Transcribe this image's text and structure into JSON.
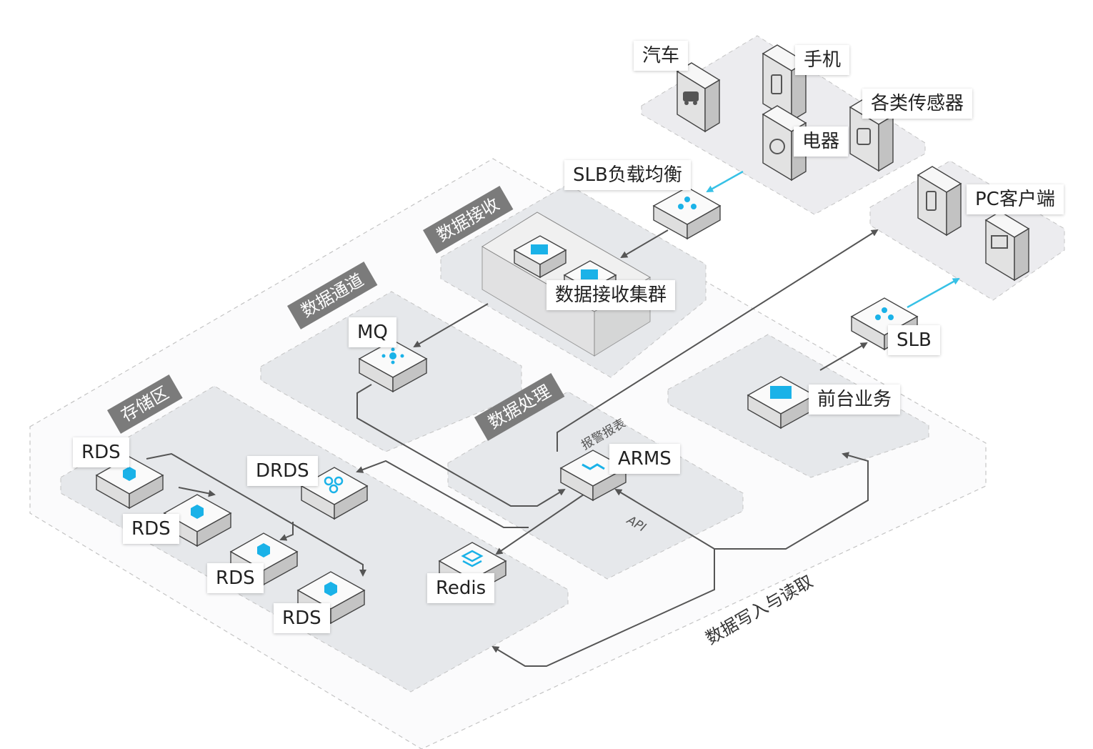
{
  "zones": {
    "receive": "数据接收",
    "channel": "数据通道",
    "storage": "存储区",
    "processing": "数据处理"
  },
  "nodes": {
    "car": "汽车",
    "phone": "手机",
    "sensors": "各类传感器",
    "appliance": "电器",
    "slb_lb": "SLB负载均衡",
    "pc_client": "PC客户端",
    "receive_cluster": "数据接收集群",
    "mq": "MQ",
    "slb": "SLB",
    "frontend": "前台业务",
    "rds_1": "RDS",
    "rds_2": "RDS",
    "rds_3": "RDS",
    "rds_4": "RDS",
    "drds": "DRDS",
    "arms": "ARMS",
    "redis": "Redis"
  },
  "edge_labels": {
    "alarm": "报警报表",
    "api": "API",
    "rw": "数据写入与读取"
  },
  "colors": {
    "accent": "#1ab2e8",
    "arrow_cyan": "#37c1e6",
    "zone_fill": "#e9ebee",
    "tag_bg": "#7b7b7b",
    "line": "#555555"
  },
  "icons": {
    "slb": "share-node-icon",
    "cluster": "server-stack-icon",
    "mq": "hub-icon",
    "rds": "database-hexagon-icon",
    "drds": "distributed-db-icon",
    "arms": "monitor-trace-icon",
    "redis": "cache-layers-icon",
    "car": "car-icon",
    "phone": "phone-icon",
    "appliance": "appliance-icon",
    "sensor": "sensor-icon",
    "pc": "monitor-icon"
  }
}
